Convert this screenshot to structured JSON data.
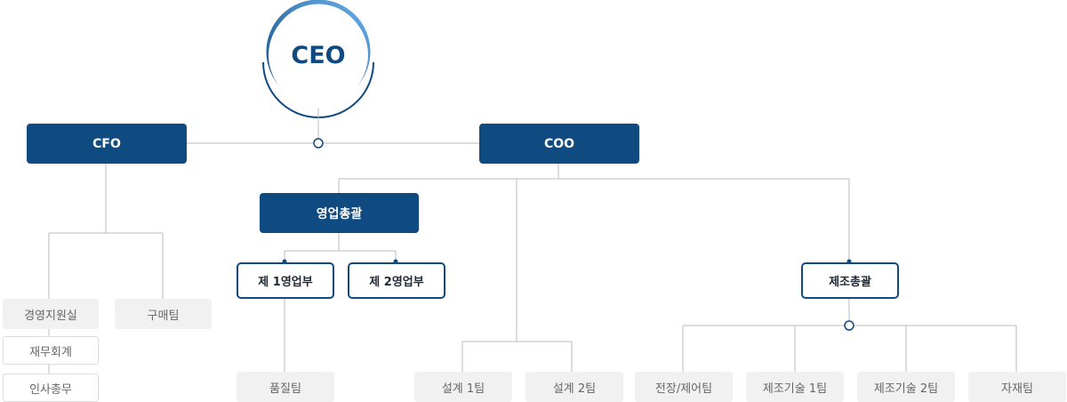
{
  "ceo": "CEO",
  "cfo": "CFO",
  "coo": "COO",
  "sales_head": "영업총괄",
  "sales1": "제 1영업부",
  "sales2": "제 2영업부",
  "mfg_head": "제조총괄",
  "cfo_teams": [
    "경영지원실",
    "재무회계",
    "인사총무"
  ],
  "purchasing": "구매팀",
  "quality": "품질팀",
  "design": [
    "설계 1팀",
    "설계 2팀"
  ],
  "mfg_teams": [
    "전장/제어팀",
    "제조기술 1팀",
    "제조기술 2팀",
    "자재팀"
  ],
  "colors": {
    "navy": "#0f4a80",
    "line": "#bbbbbb",
    "ring_light": "#6bb0ea"
  }
}
